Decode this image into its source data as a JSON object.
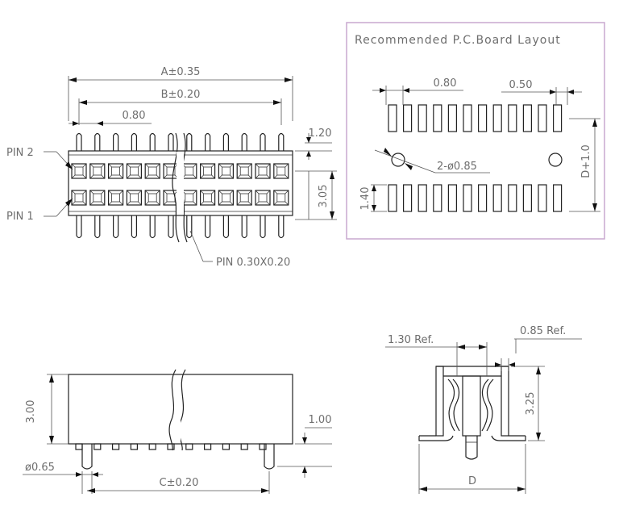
{
  "top_view": {
    "dim_a": "A±0.35",
    "dim_b": "B±0.20",
    "pitch": "0.80",
    "pin2": "PIN 2",
    "pin1": "PIN 1",
    "height_top": "1.20",
    "row_pitch": "3.05",
    "pin_size": "PIN 0.30X0.20"
  },
  "pcb_layout": {
    "title": "Recommended P.C.Board Layout",
    "pad_pitch": "0.80",
    "pad_width": "0.50",
    "holes": "2-ø0.85",
    "pad_length": "1.40",
    "overall": "D+1.0"
  },
  "front_view": {
    "height": "3.00",
    "standoff": "1.00",
    "post_dia": "ø0.65",
    "dim_c": "C±0.20"
  },
  "side_view": {
    "ref1": "1.30 Ref.",
    "ref2": "0.85 Ref.",
    "height": "3.25",
    "width": "D"
  },
  "colors": {
    "pcb_frame": "#c9a8cf"
  }
}
